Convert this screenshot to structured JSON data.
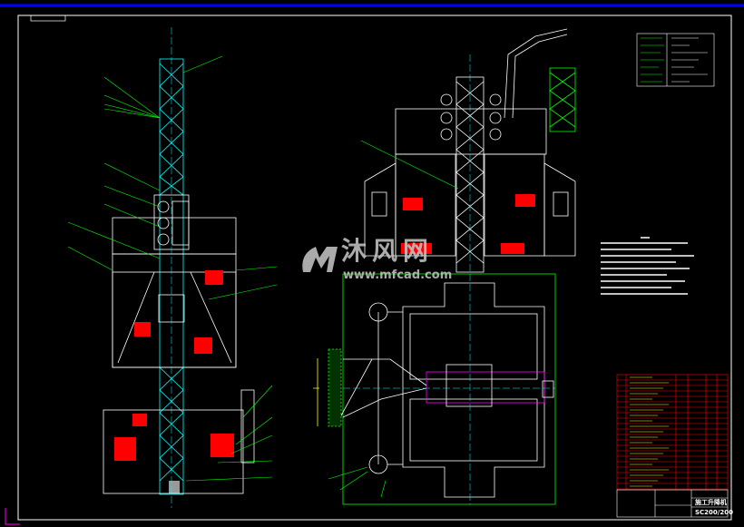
{
  "drawing": {
    "title": "施工升降机",
    "model": "SC200/200",
    "colors": {
      "frame": "#ffffff",
      "mast": "#00ffff",
      "cage": "#ffffff",
      "hatch": "#ff0000",
      "leader": "#00ff00",
      "accent": "#ff00ff",
      "table": "#ff0000",
      "border_top": "#0000ff"
    }
  },
  "watermark": {
    "name": "沐风网",
    "url": "www.mfcad.com"
  }
}
